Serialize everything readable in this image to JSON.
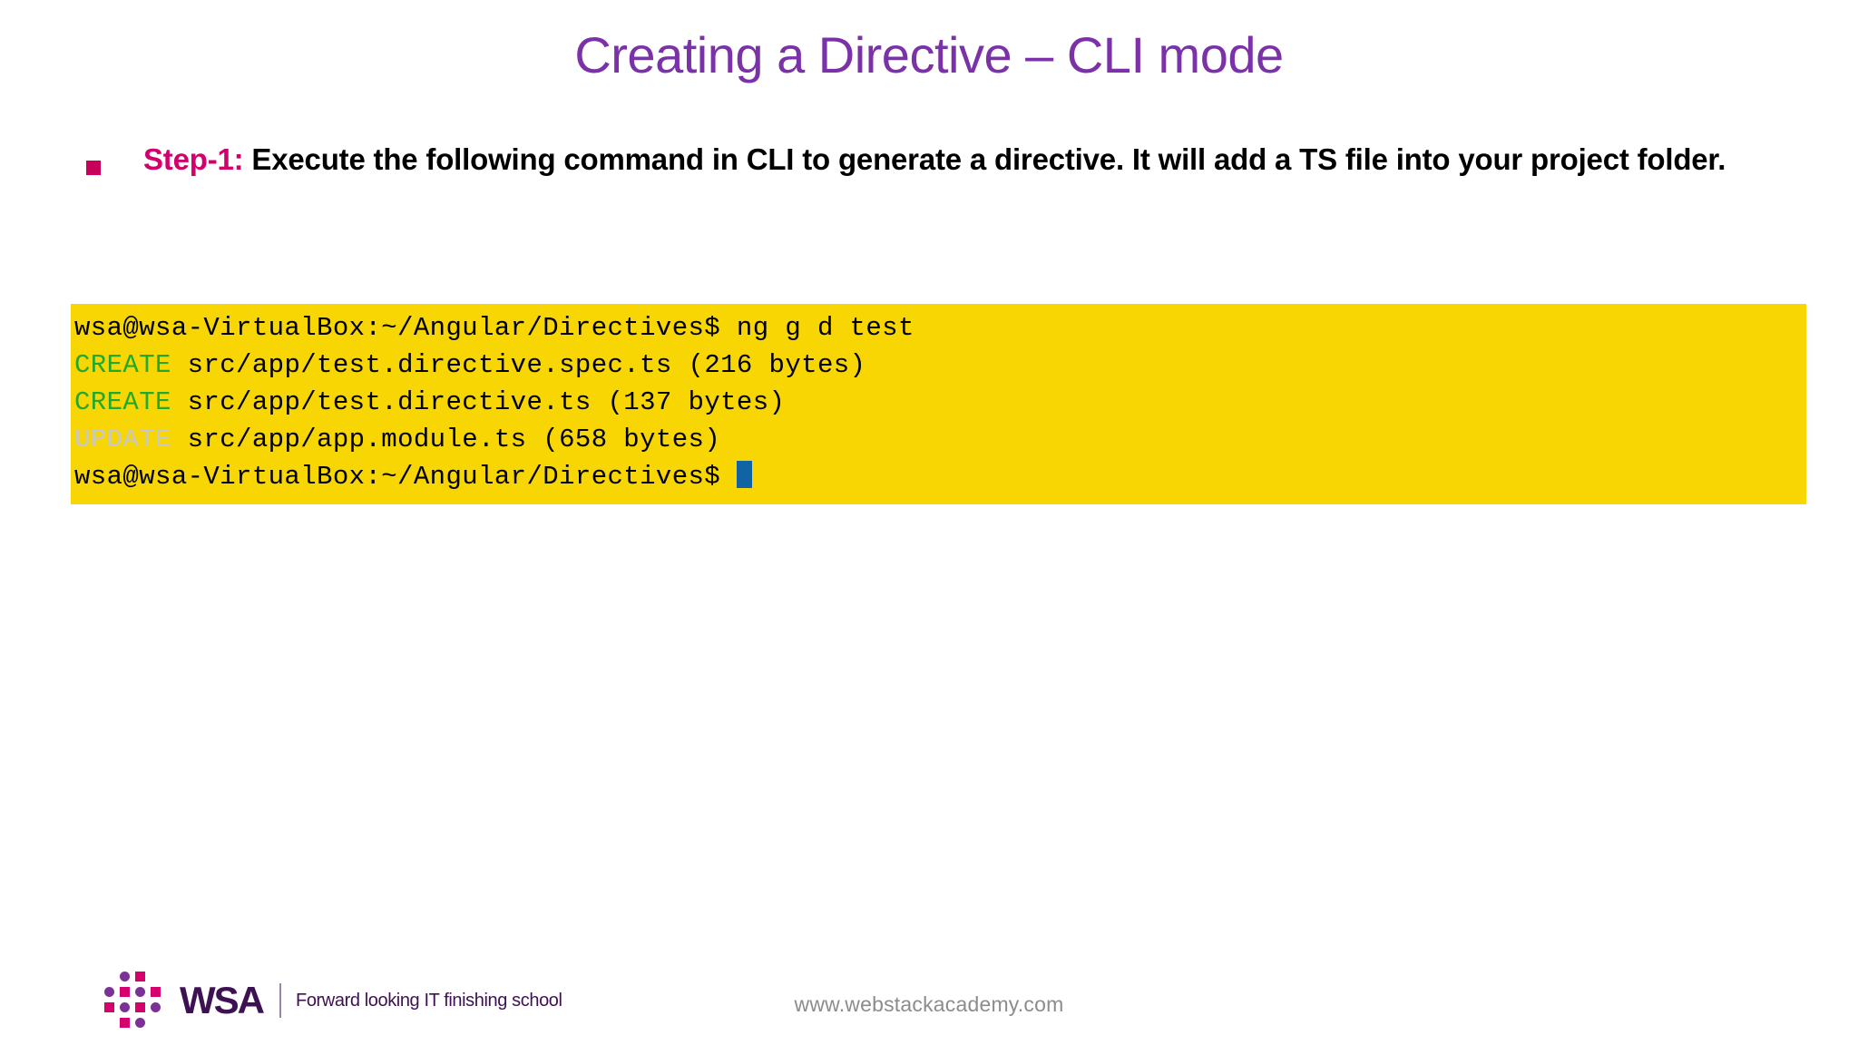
{
  "slide": {
    "title": "Creating a Directive – CLI mode",
    "bullet": {
      "step_label": "Step-1:",
      "text": " Execute the following command in CLI to generate a directive. It will add a TS file into your project folder."
    },
    "terminal": {
      "background_color": "#F7D603",
      "prompt_color": "#000000",
      "create_color": "#22A82B",
      "update_color": "#C9C9C9",
      "cursor_color": "#1064A6",
      "lines": [
        {
          "type": "prompt",
          "prompt": "wsa@wsa-VirtualBox:~/Angular/Directives$",
          "command": " ng g d test"
        },
        {
          "type": "create",
          "token": "CREATE",
          "rest": " src/app/test.directive.spec.ts (216 bytes)"
        },
        {
          "type": "create",
          "token": "CREATE",
          "rest": " src/app/test.directive.ts (137 bytes)"
        },
        {
          "type": "update",
          "token": "UPDATE",
          "rest": " src/app/app.module.ts (658 bytes)"
        },
        {
          "type": "prompt-cursor",
          "prompt": "wsa@wsa-VirtualBox:~/Angular/Directives$",
          "command": " "
        }
      ]
    },
    "footer": {
      "logo_text": "WSA",
      "tagline": "Forward looking IT finishing school",
      "url": "www.webstackacademy.com"
    },
    "colors": {
      "title": "#7B32A8",
      "step_label": "#D1006B",
      "bullet_marker": "#C8005A",
      "logo_magenta": "#D6006E",
      "logo_purple": "#7B3294",
      "logo_dark": "#3D1152",
      "footer_url": "#8C8C8C"
    }
  }
}
